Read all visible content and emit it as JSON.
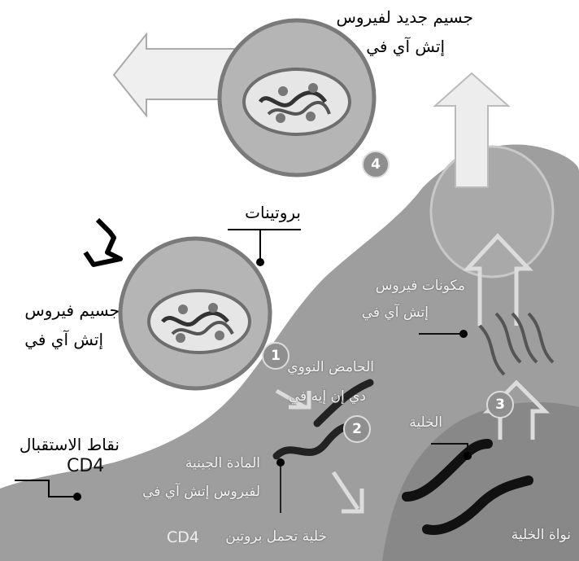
{
  "labels": {
    "new_virus_line1": "جسيم جديد لفيروس",
    "new_virus_line2": "إتش آي في",
    "proteins": "بروتينات",
    "virus_line1": "جسيم فيروس",
    "virus_line2": "إتش آي في",
    "components_line1": "مكونات فيروس",
    "components_line2": "إتش آي في",
    "dna_line1": "الحامض النووي",
    "dna_line2": "دي إن إيه في",
    "dna_line3": "الخلية",
    "receptors_line1": "نقاط الاستقبال",
    "receptors_line2": "CD4",
    "genetic_line1": "المادة الجينية",
    "genetic_line2": "لفيروس إتش آي في",
    "cell_line1": "خلية تحمل بروتين",
    "cell_line2": "CD4",
    "nucleus": "نواة الخلية"
  },
  "steps": [
    "1",
    "2",
    "3",
    "4"
  ],
  "colors": {
    "cell": "#9e9e9e",
    "virus_fill": "#b5b5b5",
    "virus_outline": "#7a7a7a",
    "arrow_fill": "#ededed",
    "dark_text": "#000000",
    "light_text": "#f2f2f2"
  }
}
